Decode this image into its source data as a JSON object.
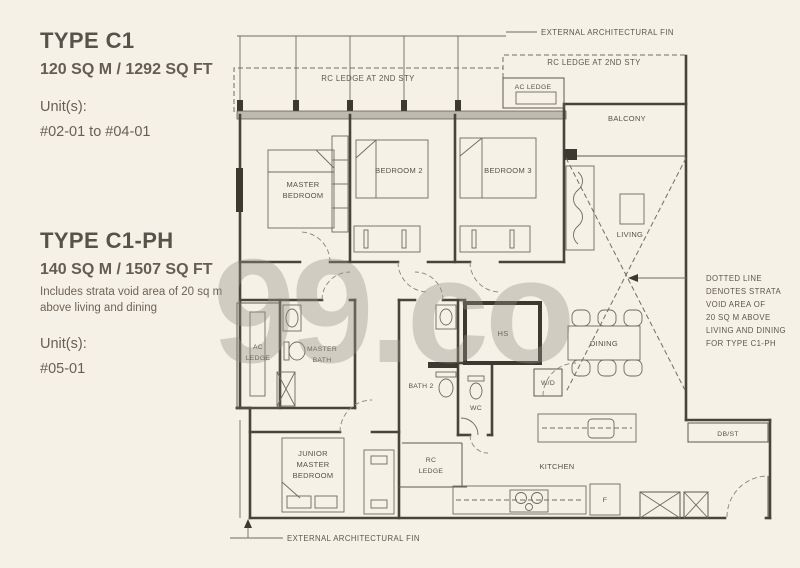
{
  "info": {
    "types": [
      {
        "title": "TYPE C1",
        "area": "120 SQ M / 1292 SQ FT",
        "units_label": "Unit(s):",
        "units": "#02-01 to #04-01"
      },
      {
        "title": "TYPE C1-PH",
        "area": "140 SQ M / 1507 SQ FT",
        "note": "Includes strata void area of 20 sq m above living and dining",
        "units_label": "Unit(s):",
        "units": "#05-01"
      }
    ]
  },
  "plan": {
    "annotations": {
      "external_fin_top": "EXTERNAL ARCHITECTURAL FIN",
      "external_fin_bottom": "EXTERNAL ARCHITECTURAL FIN",
      "rc_ledge_span": "RC LEDGE AT 2ND STY",
      "rc_ledge_right": "RC LEDGE AT 2ND STY",
      "void_note": [
        "DOTTED LINE",
        "DENOTES STRATA",
        "VOID AREA OF",
        "20 SQ M ABOVE",
        "LIVING AND DINING",
        "FOR TYPE C1-PH"
      ]
    },
    "rooms": {
      "ac_ledge_top": "AC LEDGE",
      "balcony": "BALCONY",
      "living": "LIVING",
      "master_bedroom": [
        "MASTER",
        "BEDROOM"
      ],
      "bedroom_2": "BEDROOM 2",
      "bedroom_3": "BEDROOM 3",
      "ac_ledge": [
        "AC",
        "LEDGE"
      ],
      "master_bath": [
        "MASTER",
        "BATH"
      ],
      "bath_2": "BATH 2",
      "wc": "WC",
      "hs": "HS",
      "wd": "W/D",
      "dining": "DINING",
      "junior_master_bedroom": [
        "JUNIOR",
        "MASTER",
        "BEDROOM"
      ],
      "rc_ledge": [
        "RC",
        "LEDGE"
      ],
      "kitchen": "KITCHEN",
      "db_st": "DB/ST",
      "fridge": "F"
    }
  },
  "watermark": "99.co",
  "colors": {
    "background": "#f6f1e6",
    "wall": "#47443c",
    "label": "#55514a",
    "watermark": "#97918a"
  }
}
